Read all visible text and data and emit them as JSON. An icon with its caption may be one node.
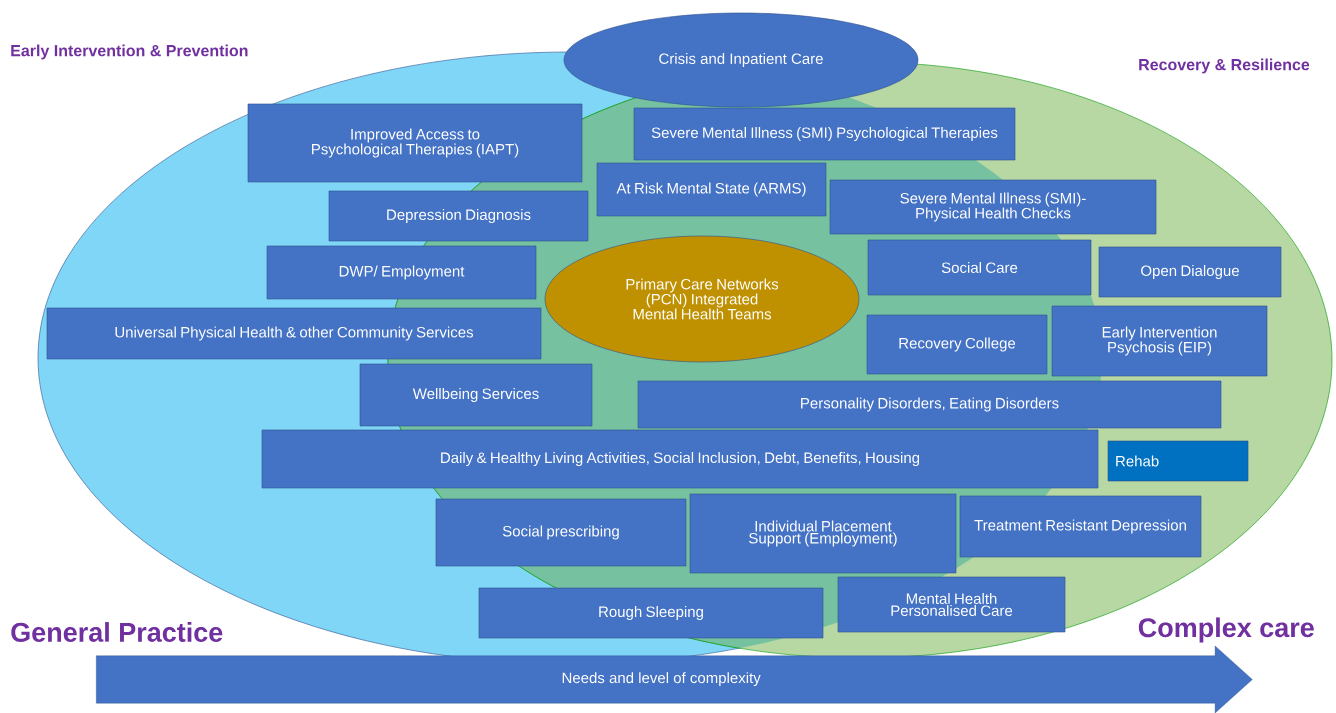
{
  "diagram": {
    "nodes": [
      {
        "text": [
          "Crisis and Inpatient Care"
        ]
      },
      {
        "text": [
          "Improved Access to Psychological Therapies (IAPT)"
        ]
      },
      {
        "text": [
          "Severe Mental Illness (SMI) Psychological Therapies"
        ]
      },
      {
        "text": [
          "Depression Diagnosis"
        ]
      },
      {
        "text": [
          "At Risk Mental State (ARMS)"
        ]
      },
      {
        "text": [
          "Severe Mental Illness (SMI)- Physical Health Checks"
        ]
      },
      {
        "text": [
          "Primary Care Networks (PCN) Integrated Mental Health Teams"
        ]
      },
      {
        "text": [
          "DWP/ Employment"
        ]
      },
      {
        "text": [
          "Social Care"
        ]
      },
      {
        "text": [
          "Open Dialogue"
        ]
      },
      {
        "text": [
          "Universal Physical Health & other Community Services"
        ]
      },
      {
        "text": [
          "Recovery College"
        ]
      },
      {
        "text": [
          "Early Intervention Psychosis (EIP)"
        ]
      },
      {
        "text": [
          "Wellbeing Services"
        ]
      },
      {
        "text": [
          "Personality Disorders, Eating Disorders"
        ]
      },
      {
        "text": [
          "Daily & Healthy Living Activities, Social Inclusion, Debt, Benefits, Housing"
        ]
      },
      {
        "text": [
          "Rehab"
        ]
      },
      {
        "text": [
          "Social prescribing"
        ]
      },
      {
        "text": [
          "Individual Placement Support (Employment)"
        ]
      },
      {
        "text": [
          "Treatment Resistant Depression"
        ]
      },
      {
        "text": [
          "Rough Sleeping"
        ]
      },
      {
        "text": [
          "Mental Health Personalised Care"
        ]
      },
      {
        "text": [
          "Needs and level of complexity"
        ]
      }
    ],
    "labels": [
      "Early Intervention & Prevention",
      "Recovery & Resilience",
      "General Practice",
      "Complex care"
    ]
  }
}
